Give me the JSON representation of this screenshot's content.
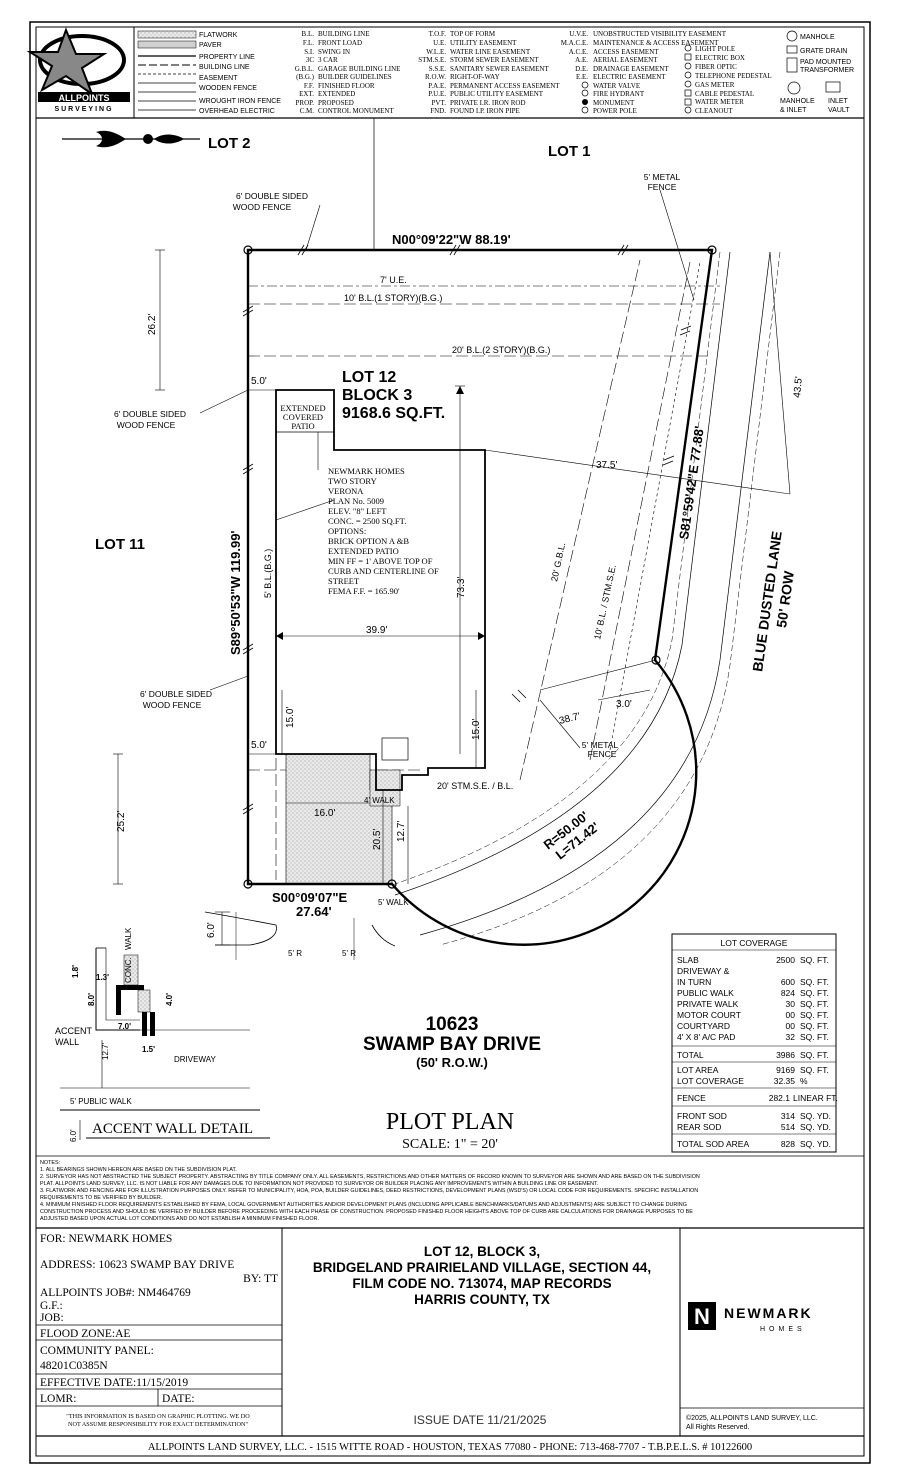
{
  "company": {
    "logo_text": "ALLPOINTS",
    "logo_sub": "SURVEYING",
    "footer": "ALLPOINTS LAND SURVEY, LLC. - 1515 WITTE ROAD - HOUSTON, TEXAS 77080 - PHONE: 713-468-7707 - T.B.P.E.L.S. # 10122600",
    "copyright_1": "©2025, ALLPOINTS LAND SURVEY, LLC.",
    "copyright_2": "All Rights Reserved."
  },
  "legend_symbols": [
    "FLATWORK",
    "PAVER",
    "PROPERTY LINE",
    "BUILDING LINE",
    "EASEMENT",
    "WOODEN FENCE",
    "WROUGHT IRON FENCE",
    "OVERHEAD ELECTRIC"
  ],
  "abbrev_1": [
    [
      "B.L.",
      "BUILDING LINE"
    ],
    [
      "F.L.",
      "FRONT LOAD"
    ],
    [
      "S.I.",
      "SWING IN"
    ],
    [
      "3C",
      "3 CAR"
    ],
    [
      "G.B.L.",
      "GARAGE BUILDING LINE"
    ],
    [
      "(B.G.)",
      "BUILDER GUIDELINES"
    ],
    [
      "F.F.",
      "FINISHED FLOOR"
    ],
    [
      "EXT.",
      "EXTENDED"
    ],
    [
      "PROP.",
      "PROPOSED"
    ],
    [
      "C.M.",
      "CONTROL MONUMENT"
    ]
  ],
  "abbrev_2": [
    [
      "T.O.F.",
      "TOP OF FORM"
    ],
    [
      "U.E.",
      "UTILITY EASEMENT"
    ],
    [
      "W.L.E.",
      "WATER LINE EASEMENT"
    ],
    [
      "STM.S.E.",
      "STORM SEWER EASEMENT"
    ],
    [
      "S.S.E.",
      "SANITARY SEWER EASEMENT"
    ],
    [
      "R.O.W.",
      "RIGHT-OF-WAY"
    ],
    [
      "P.A.E.",
      "PERMANENT ACCESS EASEMENT"
    ],
    [
      "P.U.E.",
      "PUBLIC UTILITY EASEMENT"
    ],
    [
      "PVT.",
      "PRIVATE   I.R. IRON ROD"
    ],
    [
      "FND.",
      "FOUND      I.P. IRON PIPE"
    ]
  ],
  "abbrev_3": [
    [
      "U.V.E.",
      "UNOBSTRUCTED VISIBILITY EASEMENT"
    ],
    [
      "M.A.C.E.",
      "MAINTENANCE & ACCESS EASEMENT"
    ],
    [
      "A.C.E.",
      "ACCESS EASEMENT"
    ],
    [
      "A.E.",
      "AERIAL EASEMENT"
    ],
    [
      "D.E.",
      "DRAINAGE EASEMENT"
    ],
    [
      "E.E.",
      "ELECTRIC EASEMENT"
    ],
    [
      "",
      "WATER VALVE"
    ],
    [
      "",
      "FIRE HYDRANT"
    ],
    [
      "",
      "MONUMENT"
    ],
    [
      "",
      "POWER POLE"
    ]
  ],
  "abbrev_4": [
    "LIGHT POLE",
    "ELECTRIC BOX",
    "FIBER OPTIC",
    "TELEPHONE PEDESTAL",
    "GAS METER",
    "CABLE PEDESTAL",
    "WATER METER",
    "CLEANOUT"
  ],
  "abbrev_5": [
    "MANHOLE",
    "GRATE DRAIN",
    "PAD MOUNTED",
    "TRANSFORMER",
    "MANHOLE",
    "& INLET",
    "INLET",
    "VAULT"
  ],
  "plan": {
    "lot2": "LOT 2",
    "lot1": "LOT 1",
    "lot11": "LOT 11",
    "lot12": "LOT 12",
    "block": "BLOCK 3",
    "area": "9168.6 SQ.FT.",
    "north_bearing": "N00°09'22\"W   88.19'",
    "west_bearing": "S89°50'53\"W   119.99'",
    "east_bearing": "S81°59'42\"E   77.88'",
    "south_bearing": "S00°09'07\"E",
    "south_dist": "27.64'",
    "curve_r": "R=50.00'",
    "curve_l": "L=71.42'",
    "fence_nw": [
      "6' DOUBLE SIDED",
      "WOOD FENCE"
    ],
    "fence_w1": [
      "6' DOUBLE SIDED",
      "WOOD FENCE"
    ],
    "fence_w2": [
      "6' DOUBLE SIDED",
      "WOOD FENCE"
    ],
    "metal_fence_1": [
      "5' METAL",
      "FENCE"
    ],
    "metal_fence_2": [
      "5' METAL",
      "FENCE"
    ],
    "ue": "7' U.E.",
    "bl1": "10' B.L.(1 STORY)(B.G.)",
    "bl2": "20' B.L.(2 STORY)(B.G.)",
    "side_bl": "5' B.L.(B.G.)",
    "gbl": "20' G.B.L.",
    "stmse_bl": "10' B.L. / STM.S.E.",
    "stmse_front": "20' STM.S.E. / B.L.",
    "patio": [
      "EXTENDED",
      "COVERED",
      "PATIO"
    ],
    "house_notes": [
      "NEWMARK HOMES",
      "TWO STORY",
      "VERONA",
      "PLAN No. 5009",
      "ELEV. \"8\" LEFT",
      "CONC. = 2500 SQ.FT.",
      "OPTIONS:",
      "BRICK OPTION A &B",
      "EXTENDED PATIO",
      "MIN FF = 1' ABOVE TOP OF",
      "CURB AND CENTERLINE OF",
      "STREET",
      "FEMA F.F. = 165.90'"
    ],
    "d_262": "26.2'",
    "d_5a": "5.0'",
    "d_5b": "5.0'",
    "d_375": "37.5'",
    "d_435": "43.5'",
    "d_733": "73.3'",
    "d_399": "39.9'",
    "d_150a": "15.0'",
    "d_150b": "15.0'",
    "d_387": "38.7'",
    "d_30": "3.0'",
    "d_160": "16.0'",
    "d_252": "25.2'",
    "d_205": "20.5'",
    "d_127": "12.7'",
    "walk_4": "4' WALK",
    "walk_5": "5' WALK",
    "d_60": "6.0'",
    "r5a": "5' R",
    "r5b": "5' R",
    "street_name": "BLUE DUSTED LANE",
    "street_row": "50' ROW"
  },
  "address": {
    "number": "10623",
    "street": "SWAMP BAY DRIVE",
    "row": "(50' R.O.W.)"
  },
  "title": {
    "main": "PLOT PLAN",
    "scale": "SCALE: 1\" = 20'"
  },
  "detail": {
    "title": "ACCENT WALL DETAIL",
    "accent_wall": [
      "ACCENT",
      "WALL"
    ],
    "conc": "CONC.",
    "walk": "WALK",
    "driveway": "DRIVEWAY",
    "public_walk": "5' PUBLIC WALK",
    "d_18": "1.8'",
    "d_13": "1.3'",
    "d_80": "8.0'",
    "d_40": "4.0'",
    "d_70": "7.0'",
    "d_15": "1.5'",
    "d_127": "12.7'",
    "d_60": "6.0'"
  },
  "coverage": {
    "title": "LOT COVERAGE",
    "rows": [
      [
        "SLAB",
        "2500",
        "SQ. FT."
      ],
      [
        "DRIVEWAY &",
        "",
        ""
      ],
      [
        "IN TURN",
        "600",
        "SQ. FT."
      ],
      [
        "PUBLIC WALK",
        "824",
        "SQ. FT."
      ],
      [
        "PRIVATE WALK",
        "30",
        "SQ. FT."
      ],
      [
        "MOTOR COURT",
        "00",
        "SQ. FT."
      ],
      [
        "COURTYARD",
        "00",
        "SQ. FT."
      ],
      [
        "4' X 8' A/C PAD",
        "32",
        "SQ. FT."
      ]
    ],
    "total": [
      "TOTAL",
      "3986",
      "SQ. FT."
    ],
    "lot_area": [
      "LOT AREA",
      "9169",
      "SQ. FT."
    ],
    "lot_cov": [
      "LOT COVERAGE",
      "32.35",
      "%"
    ],
    "fence": [
      "FENCE",
      "282.1",
      "LINEAR FT."
    ],
    "front_sod": [
      "FRONT SOD",
      "314",
      "SQ. YD."
    ],
    "rear_sod": [
      "REAR SOD",
      "514",
      "SQ. YD."
    ],
    "total_sod": [
      "TOTAL SOD AREA",
      "828",
      "SQ. YD."
    ]
  },
  "notes": [
    "NOTES:",
    "1.  ALL BEARINGS SHOWN HEREON ARE BASED ON THE SUBDIVISION PLAT.",
    "2.  SURVEYOR HAS NOT ABSTRACTED THE SUBJECT PROPERTY. ABSTRACTING BY TITLE COMPANY ONLY. ALL EASEMENTS, RESTRICTIONS AND OTHER MATTERS OF RECORD KNOWN TO SURVEYOR ARE SHOWN AND ARE BASED ON THE SUBDIVISION",
    "     PLAT. ALLPOINTS LAND SURVEY, LLC. IS NOT LIABLE FOR ANY DAMAGES DUE TO INFORMATION NOT PROVIDED TO SURVEYOR OR BUILDER PLACING ANY IMPROVEMENTS WITHIN A BUILDING LINE OR EASEMENT.",
    "3.  FLATWORK AND FENCING ARE FOR ILLUSTRATION PURPOSES ONLY. REFER TO MUNICIPALITY, HOA, POA, BUILDER GUIDELINES, DEED RESTRICTIONS, DEVELOPMENT PLANS (WSD'S) OR LOCAL CODE FOR REQUIREMENTS. SPECIFIC INSTALLATION",
    "     REQUIREMENTS TO BE VERIFIED BY BUILDER.",
    "4.  MINIMUM FINISHED FLOOR REQUIREMENTS ESTABLISHED BY FEMA, LOCAL GOVERNMENT AUTHORITIES AND/OR DEVELOPMENT PLANS (INCLUDING APPLICABLE BENCHMARKS/DATUMS AND ADJUSTMENTS) ARE SUBJECT TO CHANGE DURING",
    "     CONSTRUCTION PROCESS AND SHOULD BE VERIFIED BY BUILDER BEFORE PROCEEDING WITH EACH PHASE OF CONSTRUCTION.  PROPOSED FINISHED FLOOR HEIGHTS ABOVE TOP OF CURB ARE CALCULATIONS FOR DRAINAGE PURPOSES TO BE",
    "     ADJUSTED BASED UPON ACTUAL LOT CONDITIONS AND DO NOT ESTABLISH A MINIMUM FINISHED FLOOR."
  ],
  "info": {
    "for": "FOR:  NEWMARK HOMES",
    "address": "ADDRESS: 10623 SWAMP BAY DRIVE",
    "by": "BY: TT",
    "job": "ALLPOINTS JOB#:  NM464769",
    "gf": "G.F.:",
    "job2": "JOB:",
    "flood": "FLOOD ZONE:AE",
    "panel_label": "COMMUNITY PANEL:",
    "panel": "48201C0385N",
    "effective": "EFFECTIVE DATE:11/15/2019",
    "lomr": "LOMR:",
    "date": "DATE:",
    "disclaimer_1": "\"THIS INFORMATION IS BASED ON GRAPHIC PLOTTING. WE DO",
    "disclaimer_2": "NOT ASSUME RESPONSIBILITY FOR EXACT DETERMINATION\""
  },
  "legal": [
    "LOT 12, BLOCK 3,",
    "BRIDGELAND PRAIRIELAND VILLAGE, SECTION 44,",
    "FILM CODE NO. 713074, MAP RECORDS",
    "HARRIS COUNTY, TX"
  ],
  "issue_date": "ISSUE DATE 11/21/2025",
  "builder_logo": {
    "name": "NEWMARK",
    "sub": "HOMES",
    "mark": "N"
  }
}
